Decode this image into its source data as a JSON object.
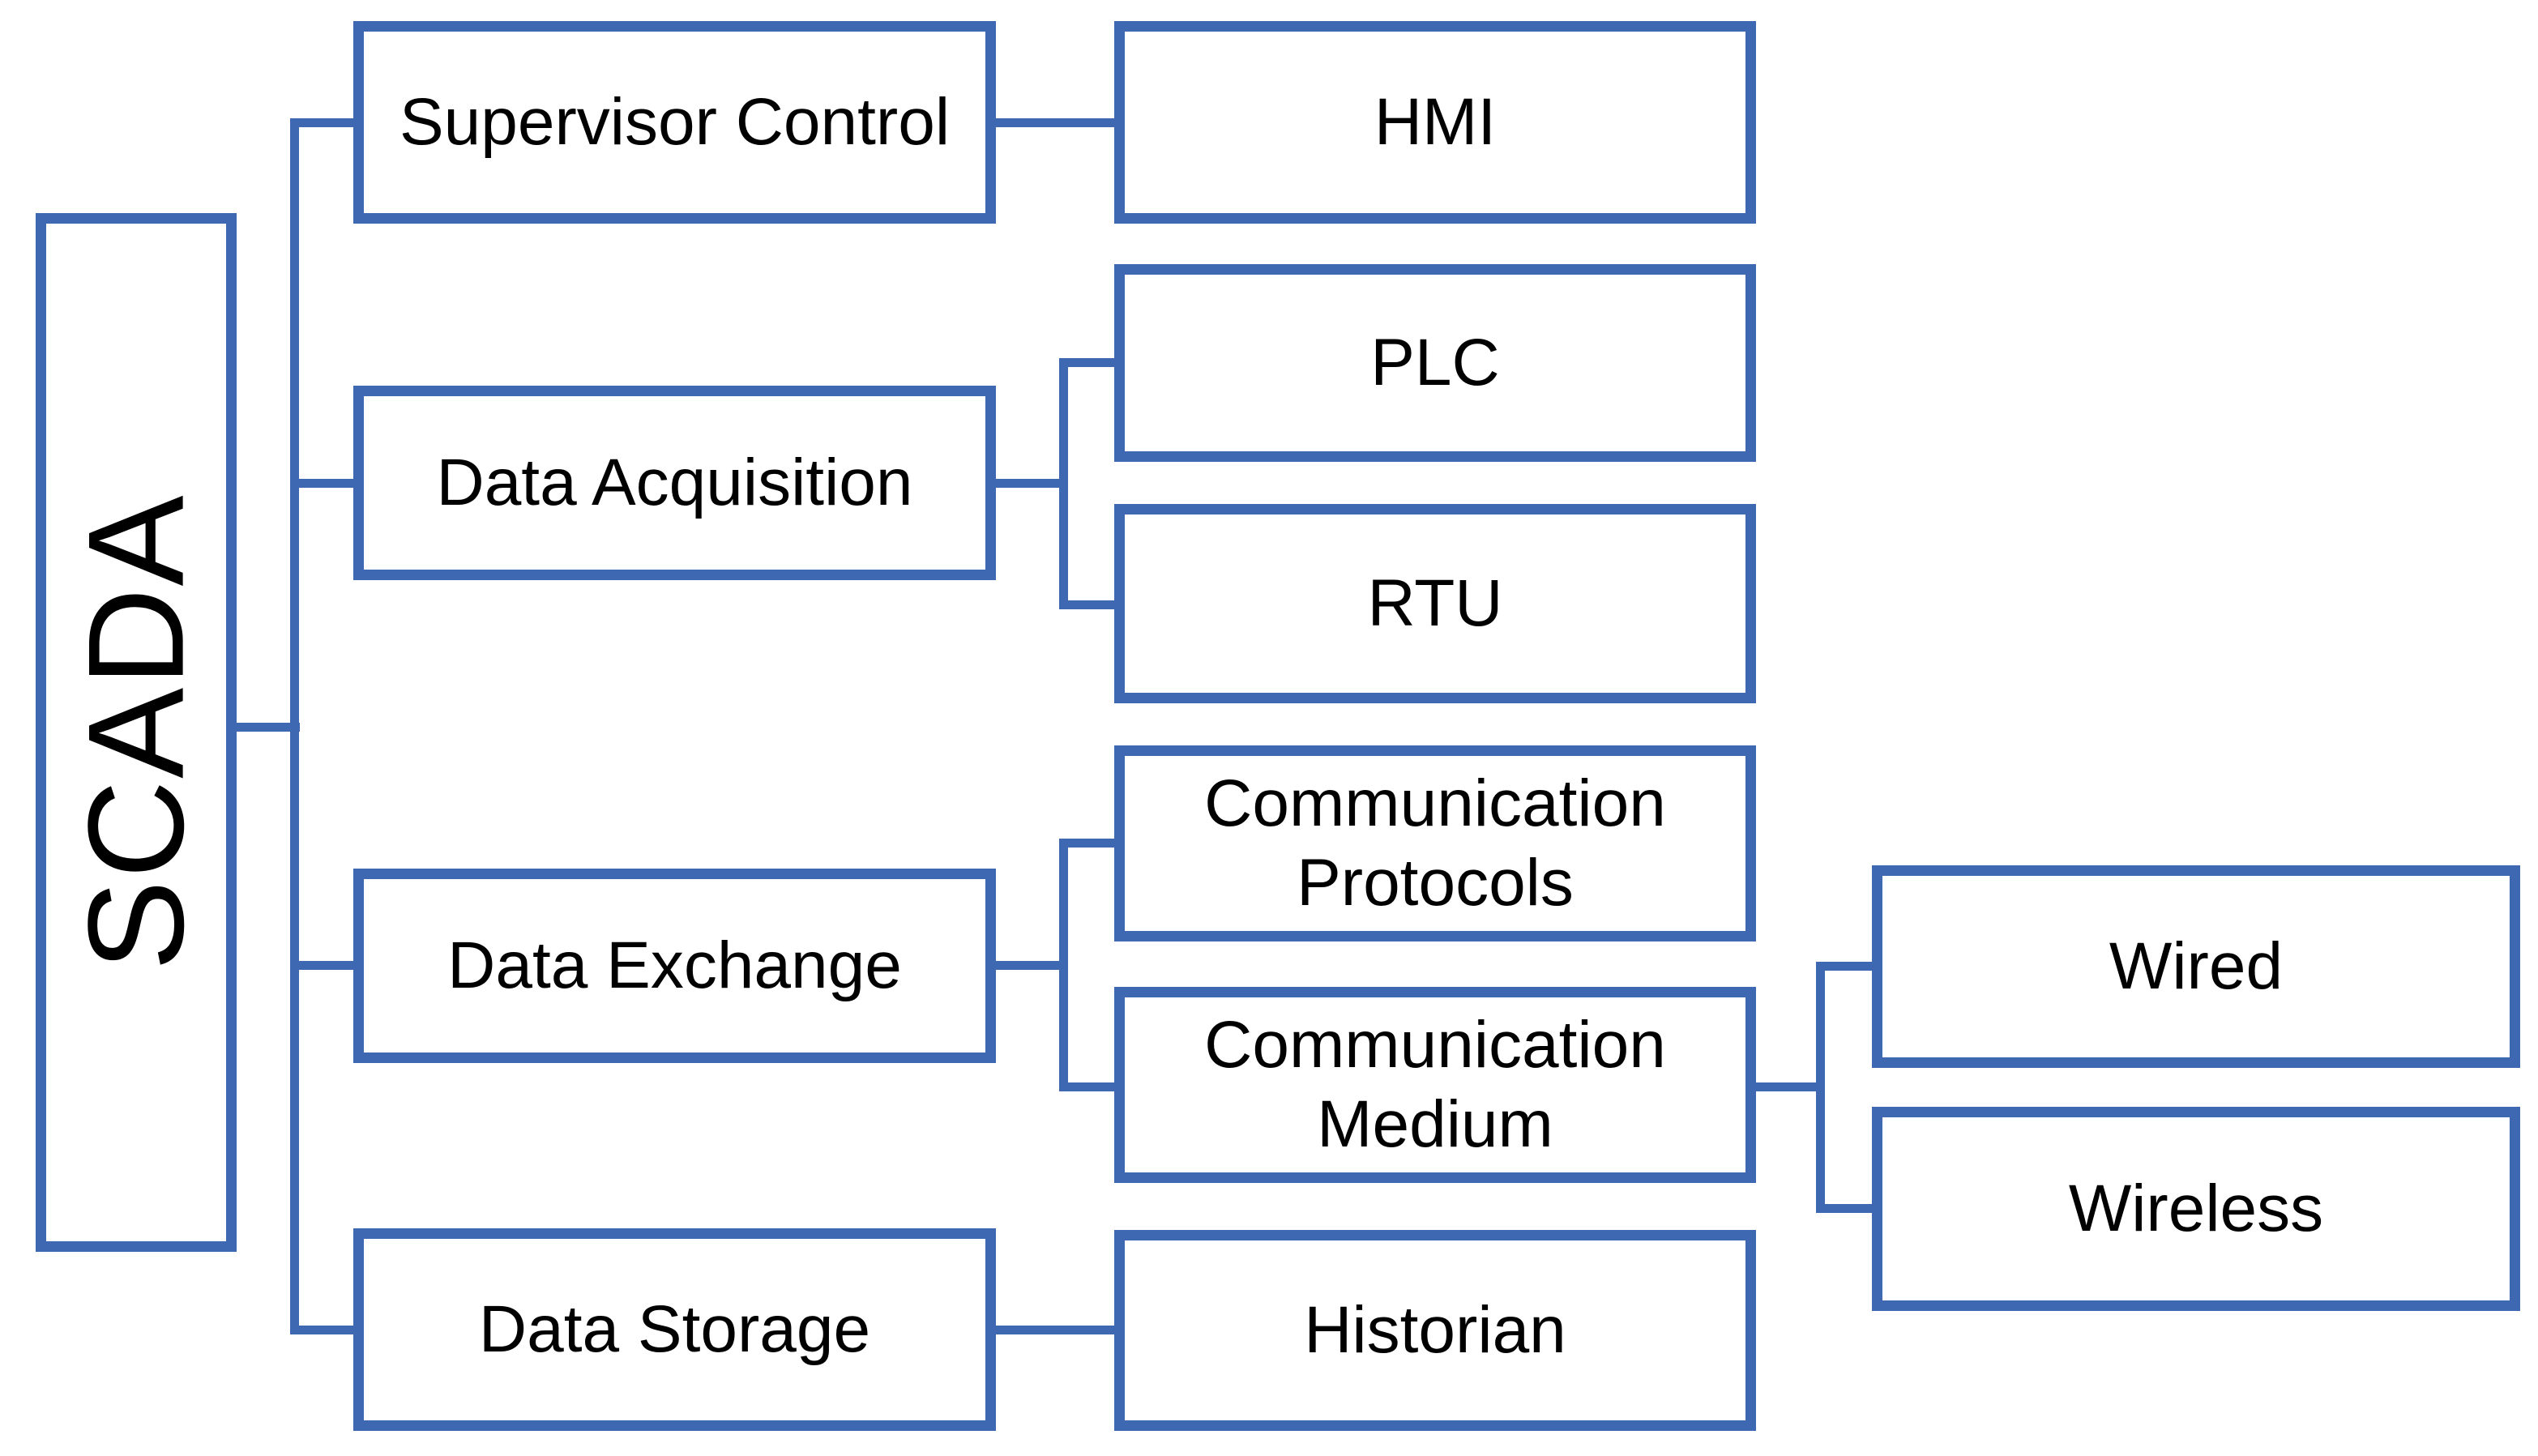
{
  "diagram": {
    "type": "hierarchy",
    "colors": {
      "line": "#3E68B1",
      "text": "#000000",
      "node_fill": "#FFFFFF",
      "background": "#FFFFFF"
    },
    "hierarchy": {
      "label": "SCADA",
      "children": [
        {
          "label": "Supervisor Control",
          "children": [
            {
              "label": "HMI"
            }
          ]
        },
        {
          "label": "Data Acquisition",
          "children": [
            {
              "label": "PLC"
            },
            {
              "label": "RTU"
            }
          ]
        },
        {
          "label": "Data Exchange",
          "children": [
            {
              "label": "Communication Protocols"
            },
            {
              "label": "Communication Medium",
              "children": [
                {
                  "label": "Wired"
                },
                {
                  "label": "Wireless"
                }
              ]
            }
          ]
        },
        {
          "label": "Data Storage",
          "children": [
            {
              "label": "Historian"
            }
          ]
        }
      ]
    }
  }
}
